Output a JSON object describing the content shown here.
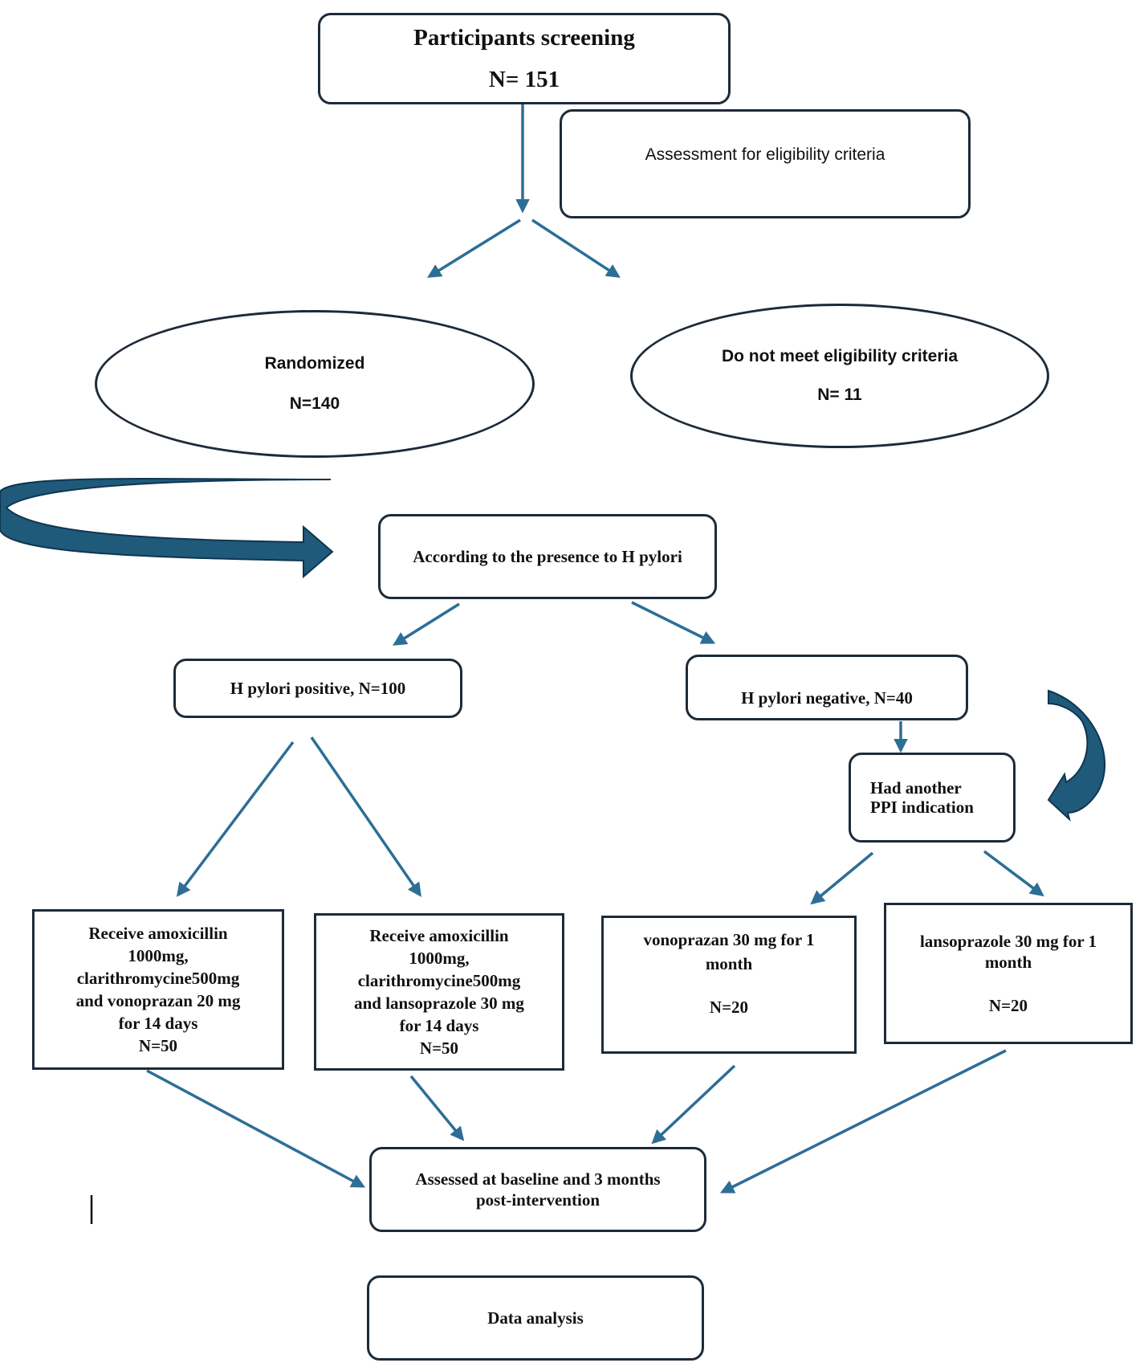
{
  "screening": {
    "title": "Participants screening",
    "count": "N= 151"
  },
  "assessment": {
    "label": "Assessment for eligibility criteria"
  },
  "randomized": {
    "label": "Randomized",
    "count": "N=140"
  },
  "excluded": {
    "label": "Do not meet eligibility criteria",
    "count": "N= 11"
  },
  "stratify": {
    "label": "According to the presence to H pylori"
  },
  "hp_positive": {
    "label": "H pylori positive, N=100"
  },
  "hp_negative": {
    "label": "H pylori negative, N=40"
  },
  "ppi_indication": {
    "line1": "Had       another",
    "line2": "PPI indication"
  },
  "arm_vonoprazan_triple": {
    "lines": [
      "Receive amoxicillin",
      "1000mg,",
      "clarithromycine500mg",
      "and vonoprazan 20 mg",
      "for 14 days",
      "N=50"
    ]
  },
  "arm_lansoprazole_triple": {
    "lines": [
      "Receive amoxicillin",
      "1000mg,",
      "clarithromycine500mg",
      "and lansoprazole 30 mg",
      "for 14 days",
      "N=50"
    ]
  },
  "arm_vonoprazan_mono": {
    "line1": "vonoprazan 30 mg for 1",
    "line2": "month",
    "count": "N=20"
  },
  "arm_lansoprazole_mono": {
    "line1": "lansoprazole 30 mg for 1",
    "line2": "month",
    "count": "N=20"
  },
  "followup": {
    "line1": "Assessed at baseline and 3 months",
    "line2": "post-intervention"
  },
  "analysis": {
    "label": "Data analysis"
  },
  "colors": {
    "arrow": "#2c6e96",
    "curved_arrow": "#1f5a7a",
    "border": "#1d2a3a"
  }
}
